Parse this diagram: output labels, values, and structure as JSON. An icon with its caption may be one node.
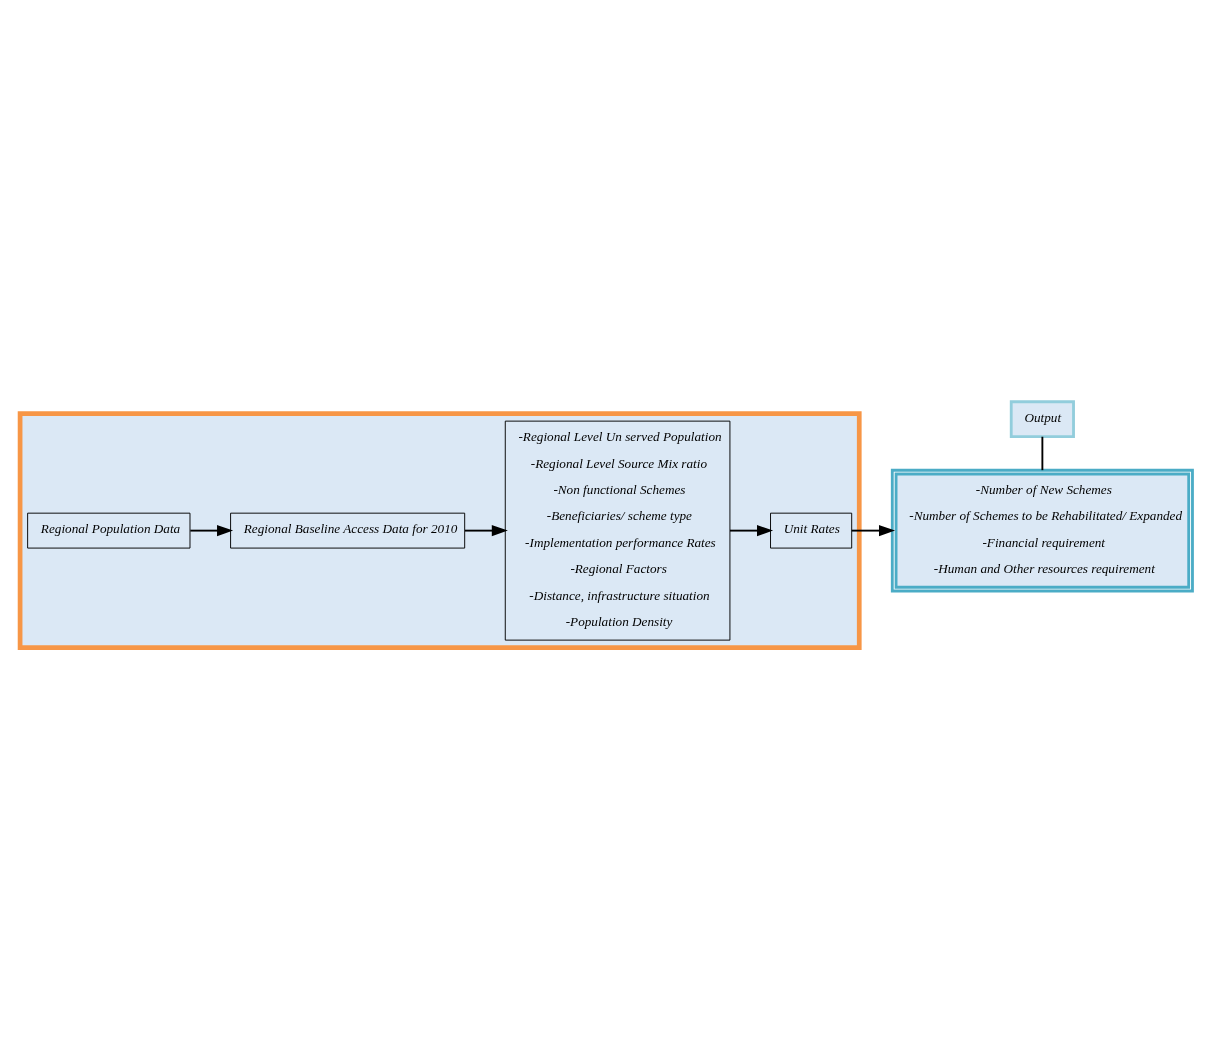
{
  "diagram": {
    "nodes": [
      {
        "text": [],
        "shape": "box"
      },
      {
        "text": [
          "Regional Population Data"
        ],
        "in": 0
      },
      {
        "text": [
          "Regional Baseline Access Data for 2010"
        ],
        "in": 0
      },
      {
        "text": [
          "-Regional Level Un served Population",
          "-Regional Level Source Mix ratio",
          "-Non functional Schemes",
          "-Beneficiaries/ scheme type",
          "-Implementation performance Rates",
          "-Regional Factors",
          "-Distance, infrastructure situation",
          "-Population Density"
        ],
        "in": 0
      },
      {
        "text": [
          "Unit Rates"
        ],
        "in": 0
      },
      {
        "text": [
          "Output"
        ]
      },
      {
        "text": [
          "-Number of New Schemes",
          "-Number of Schemes to be Rehabilitated/ Expanded",
          "-Financial requirement",
          "-Human and Other resources requirement"
        ]
      }
    ],
    "edges": [
      {
        "from": 1,
        "to": 2,
        "arrow": "to"
      },
      {
        "from": 2,
        "to": 3,
        "arrow": "to"
      },
      {
        "from": 3,
        "to": 4,
        "arrow": "to"
      },
      {
        "from": 4,
        "to": 6,
        "arrow": "to"
      },
      {
        "from": 5,
        "to": 6,
        "arrow": "none"
      }
    ]
  }
}
